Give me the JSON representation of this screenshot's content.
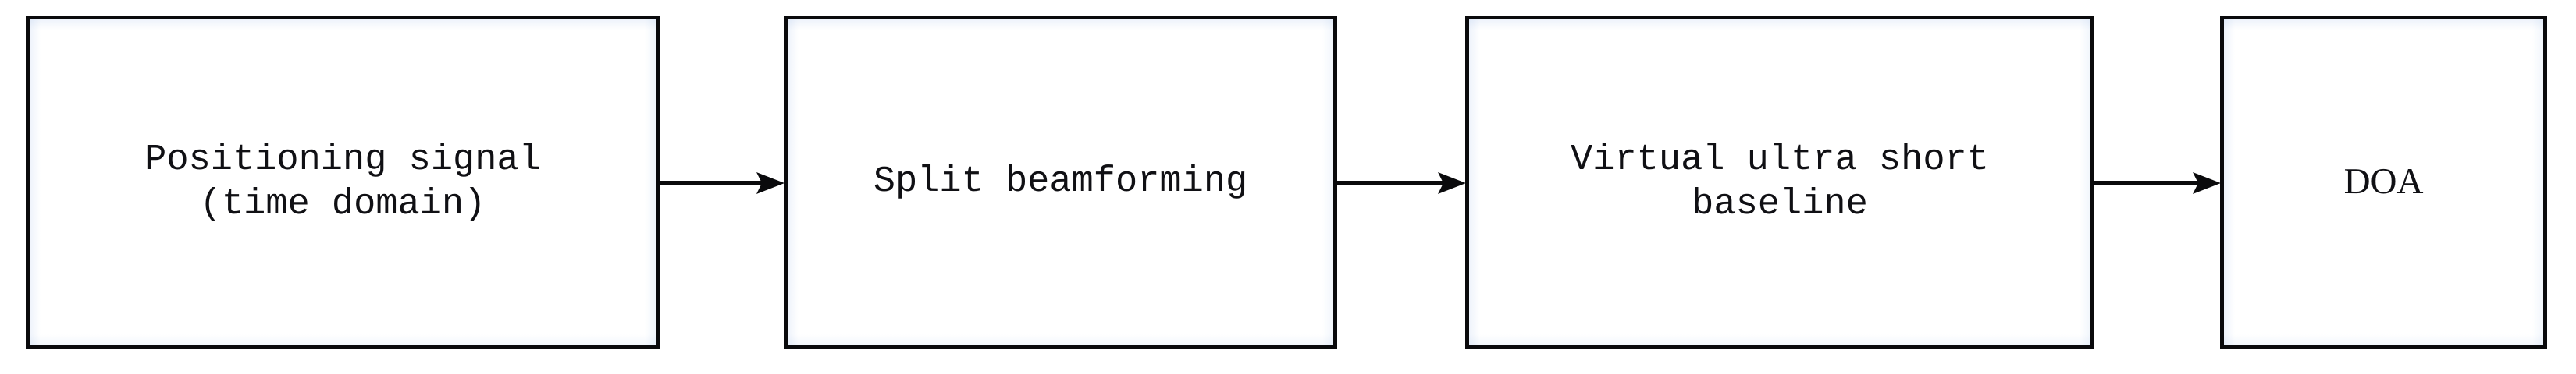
{
  "diagram": {
    "type": "flow-diagram",
    "title": "",
    "orientation": "left-to-right",
    "stroke_color": "#0a0a0c",
    "box_fill_color": "#ffffff",
    "background_color": "#ffffff",
    "nodes": [
      {
        "id": "positioning-signal",
        "label": "Positioning signal\n(time domain)",
        "font_style": "monospace"
      },
      {
        "id": "split-beamforming",
        "label": "Split beamforming",
        "font_style": "monospace"
      },
      {
        "id": "virtual-ultra-short-baseline",
        "label": "Virtual ultra short\nbaseline",
        "font_style": "monospace"
      },
      {
        "id": "doa",
        "label": "DOA",
        "font_style": "serif"
      }
    ],
    "connectors": [
      {
        "id": "arrow-1",
        "from": "positioning-signal",
        "to": "split-beamforming",
        "style": "solid-arrow"
      },
      {
        "id": "arrow-2",
        "from": "split-beamforming",
        "to": "virtual-ultra-short-baseline",
        "style": "solid-arrow"
      },
      {
        "id": "arrow-3",
        "from": "virtual-ultra-short-baseline",
        "to": "doa",
        "style": "solid-arrow"
      }
    ]
  }
}
